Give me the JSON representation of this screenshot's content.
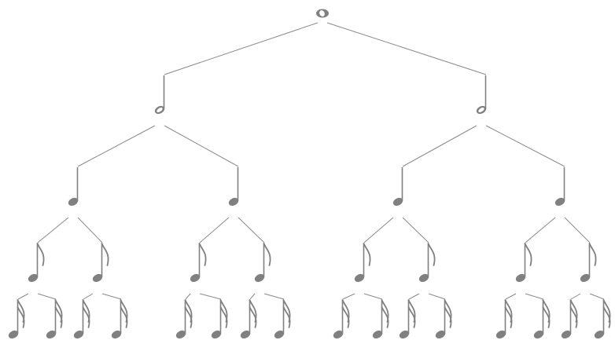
{
  "diagram": {
    "type": "note-value-tree",
    "levels": [
      {
        "note": "whole-note-icon",
        "count": 1
      },
      {
        "note": "half-note-icon",
        "count": 2
      },
      {
        "note": "quarter-note-icon",
        "count": 4
      },
      {
        "note": "eighth-note-icon",
        "count": 8
      },
      {
        "note": "sixteenth-note-icon",
        "count": 16
      }
    ],
    "colors": {
      "note": "#808080",
      "edge": "#8a8a8a",
      "background": "#ffffff"
    }
  }
}
